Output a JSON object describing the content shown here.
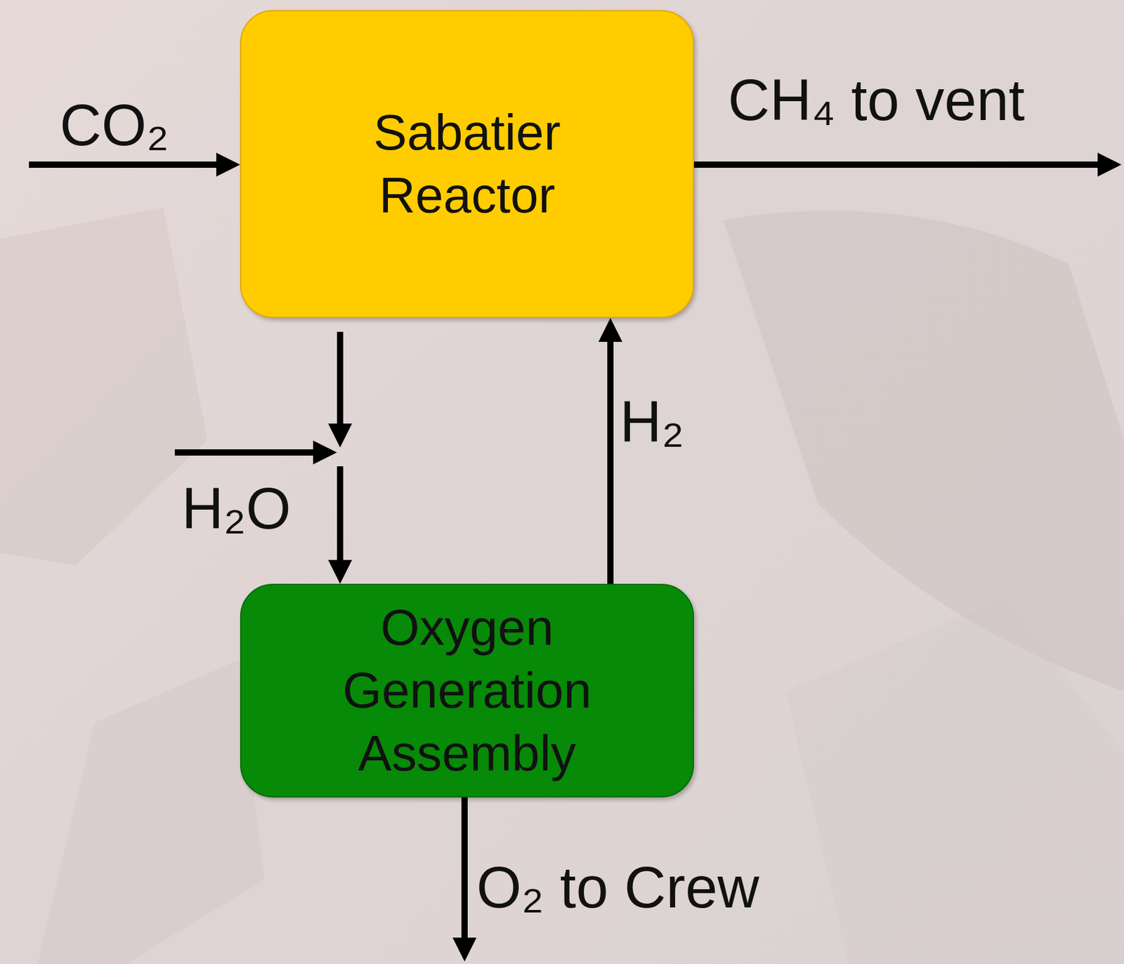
{
  "diagram": {
    "nodes": [
      {
        "text": [
          "Sabatier Reactor"
        ]
      },
      {
        "text": [
          "Oxygen Generation Assembly"
        ]
      }
    ],
    "edges": [
      {
        "from": 0,
        "to": 1,
        "arrow": "to"
      },
      {
        "from": 1,
        "to": 0,
        "arrow": "to",
        "label": "H₂"
      }
    ],
    "labels": [
      "CO₂",
      "CH₄ to vent",
      "H₂O",
      "O₂ to Crew"
    ]
  }
}
